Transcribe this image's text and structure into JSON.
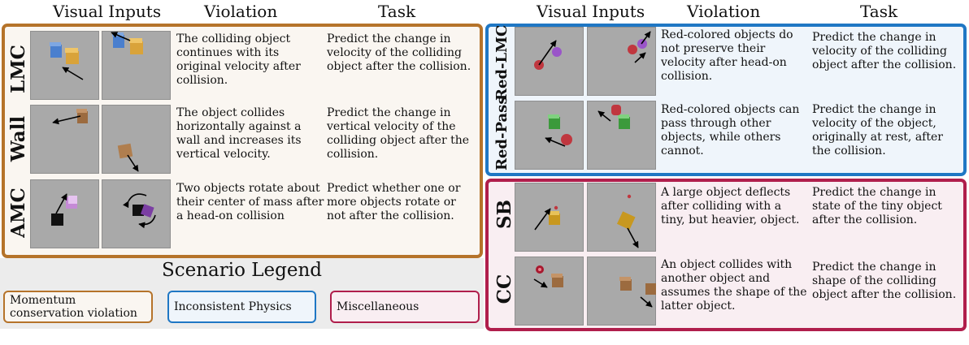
{
  "colors": {
    "momentum": "#b5732a",
    "momentum_bg": "#faf6f1",
    "inconsistent": "#1f77c4",
    "inconsistent_bg": "#eff5fb",
    "misc": "#b01e4c",
    "misc_bg": "#f9eef2",
    "thumb_bg": "#a9a9a9"
  },
  "headers": {
    "left": {
      "visual": "Visual Inputs",
      "violation": "Violation",
      "task": "Task"
    },
    "right": {
      "visual": "Visual Inputs",
      "violation": "Violation",
      "task": "Task"
    }
  },
  "scenarios": {
    "lmc": {
      "label": "LMC",
      "violation": "The colliding object continues with its original velocity after collision.",
      "task": "Predict the change in velocity of the colliding object after the collision."
    },
    "wall": {
      "label": "Wall",
      "violation": "The object collides horizontally against a wall and increases its vertical velocity.",
      "task": "Predict the change in vertical velocity of the colliding object after the collision."
    },
    "amc": {
      "label": "AMC",
      "violation": "Two objects rotate about their center of mass after a head-on collision",
      "task": "Predict whether one or more objects rotate or not after the collision."
    },
    "red_lmc": {
      "label": "Red-LMC",
      "violation": "Red-colored objects do not preserve their velocity after head-on collision.",
      "task": "Predict the change in velocity of the colliding object after the collision."
    },
    "red_pass": {
      "label": "Red-Pass",
      "violation": "Red-colored objects can pass through other objects, while others cannot.",
      "task": "Predict the change in velocity of the object, originally at rest, after the collision."
    },
    "sb": {
      "label": "SB",
      "violation": "A large object deflects after colliding with a tiny, but heavier, object.",
      "task": "Predict the change in state of the tiny object after the collision."
    },
    "cc": {
      "label": "CC",
      "violation": "An object collides with another object and assumes the shape of the latter object.",
      "task": "Predict the change in shape of the colliding object after the collision."
    }
  },
  "legend": {
    "title": "Scenario Legend",
    "items": [
      "Momentum conservation violation",
      "Inconsistent Physics",
      "Miscellaneous"
    ]
  }
}
